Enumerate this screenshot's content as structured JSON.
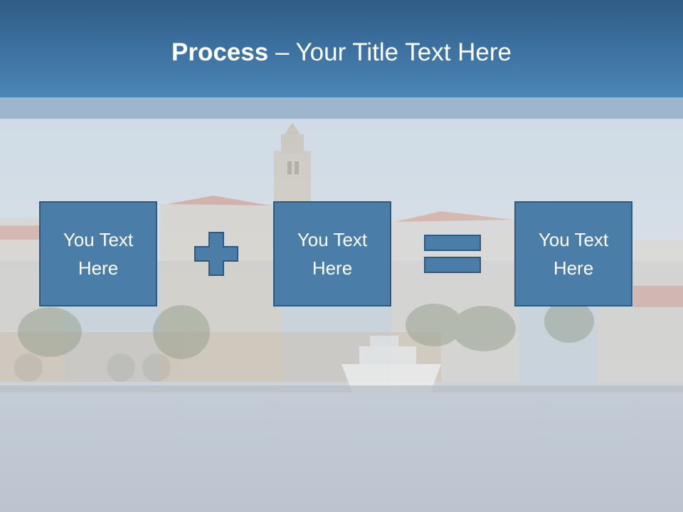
{
  "slide": {
    "title_bold": "Process",
    "title_rest": " – Your Title Text Here"
  },
  "process": {
    "boxes": [
      {
        "line1": "You Text",
        "line2": "Here"
      },
      {
        "line1": "You Text",
        "line2": "Here"
      },
      {
        "line1": "You Text",
        "line2": "Here"
      }
    ],
    "operators": [
      "plus",
      "equals"
    ]
  },
  "colors": {
    "header": "#3b6f9d",
    "box_fill": "#4a7ea9",
    "box_border": "#2f5a80",
    "text": "#ffffff"
  }
}
